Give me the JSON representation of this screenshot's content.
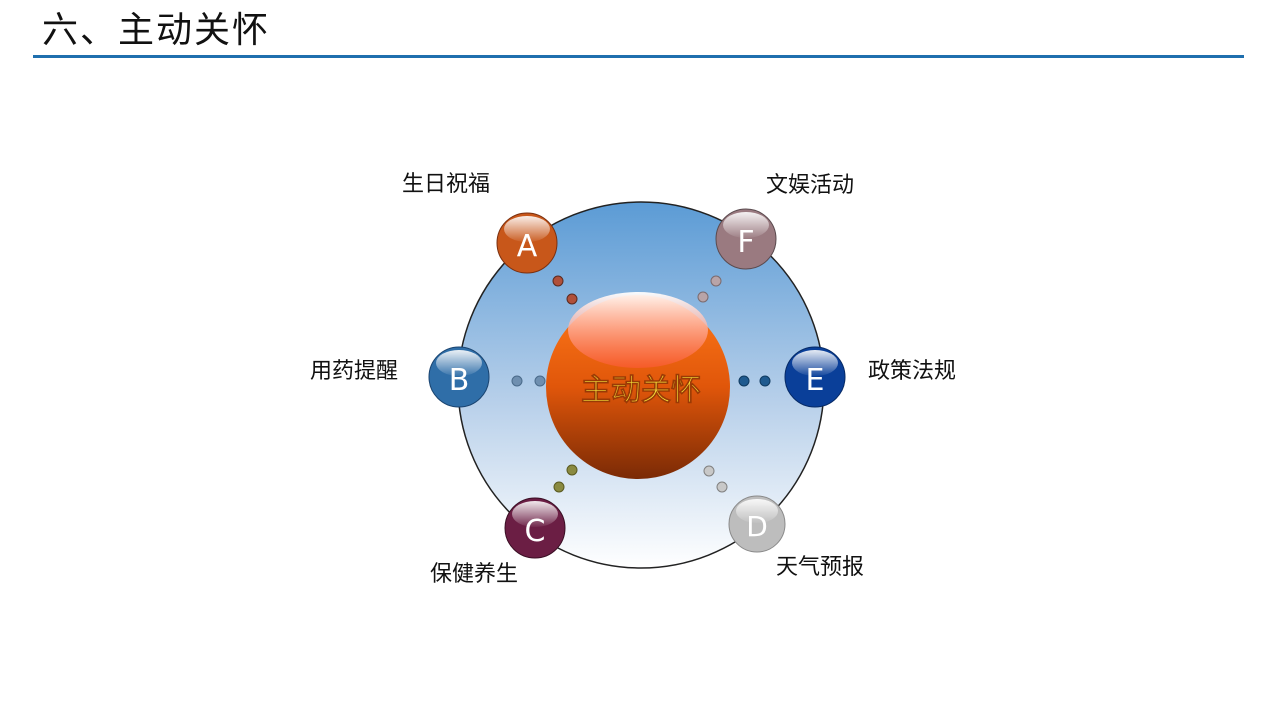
{
  "slide": {
    "title": "六、主动关怀"
  },
  "diagram": {
    "center": {
      "label": "主动关怀"
    },
    "nodes": [
      {
        "letter": "A",
        "label": "生日祝福",
        "color": "#c8571a"
      },
      {
        "letter": "B",
        "label": "用药提醒",
        "color": "#2f6ea8"
      },
      {
        "letter": "C",
        "label": "保健养生",
        "color": "#6b1e44"
      },
      {
        "letter": "D",
        "label": "天气预报",
        "color": "#bdbdbd"
      },
      {
        "letter": "E",
        "label": "政策法规",
        "color": "#0a3f99"
      },
      {
        "letter": "F",
        "label": "文娱活动",
        "color": "#9a7a80"
      }
    ]
  }
}
